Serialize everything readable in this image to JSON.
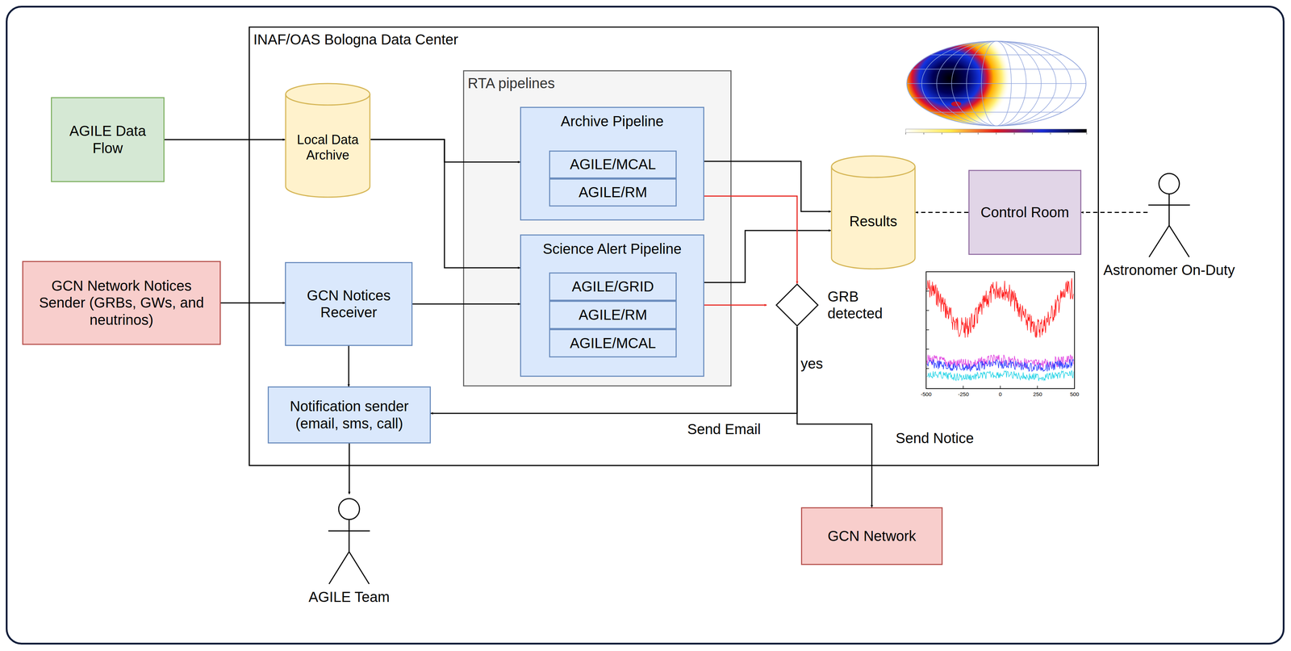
{
  "diagram": {
    "nodes": [
      {
        "text": [
          "INAF/OAS Bologna Data Center"
        ]
      },
      {
        "text": [
          "AGILE Data Flow"
        ]
      },
      {
        "text": [
          "Local Data Archive"
        ],
        "in": 0
      },
      {
        "text": [
          "RTA pipelines"
        ],
        "in": 0
      },
      {
        "text": [
          "Archive Pipeline"
        ],
        "in": 3
      },
      {
        "text": [
          "AGILE/MCAL"
        ],
        "in": 4
      },
      {
        "text": [
          "AGILE/RM"
        ],
        "in": 4
      },
      {
        "text": [
          "Science Alert Pipeline"
        ],
        "in": 3
      },
      {
        "text": [
          "AGILE/GRID"
        ],
        "in": 7
      },
      {
        "text": [
          "AGILE/RM"
        ],
        "in": 7
      },
      {
        "text": [
          "AGILE/MCAL"
        ],
        "in": 7
      },
      {
        "text": [
          "Results"
        ],
        "in": 0
      },
      {
        "text": [
          "Control Room"
        ],
        "in": 0
      },
      {
        "text": [
          "Astronomer On-Duty"
        ]
      },
      {
        "text": [
          "GCN Network Notices Sender (GRBs, GWs, and neutrinos)"
        ]
      },
      {
        "text": [
          "GCN Notices Receiver"
        ],
        "in": 0
      },
      {
        "text": [
          "GRB detected"
        ],
        "in": 0
      },
      {
        "text": [
          "Notification sender (email, sms, call)"
        ],
        "in": 0
      },
      {
        "text": [
          "AGILE Team"
        ]
      },
      {
        "text": [
          "GCN Network"
        ]
      }
    ],
    "edges": [
      {
        "from": 1,
        "to": 2,
        "arrow": "to"
      },
      {
        "from": 2,
        "to": 4,
        "arrow": "to"
      },
      {
        "from": 2,
        "to": 7,
        "arrow": "to"
      },
      {
        "from": 4,
        "to": 11,
        "arrow": "to"
      },
      {
        "from": 7,
        "to": 11,
        "arrow": "to"
      },
      {
        "from": 12,
        "to": 11,
        "arrow": "to"
      },
      {
        "from": 13,
        "to": 12,
        "arrow": "to"
      },
      {
        "from": 4,
        "to": 16,
        "arrow": "to"
      },
      {
        "from": 7,
        "to": 16,
        "arrow": "to"
      },
      {
        "from": 14,
        "to": 15,
        "arrow": "to"
      },
      {
        "from": 15,
        "to": 7,
        "arrow": "to"
      },
      {
        "from": 15,
        "to": 17,
        "arrow": "to"
      },
      {
        "from": 16,
        "to": 17,
        "label": "Send Email",
        "arrow": "to"
      },
      {
        "from": 16,
        "to": 19,
        "label": "Send Notice",
        "arrow": "to"
      },
      {
        "from": 17,
        "to": 18,
        "arrow": "to"
      }
    ],
    "labels": [
      "yes",
      "-500",
      "-250",
      "0",
      "250",
      "500"
    ]
  }
}
